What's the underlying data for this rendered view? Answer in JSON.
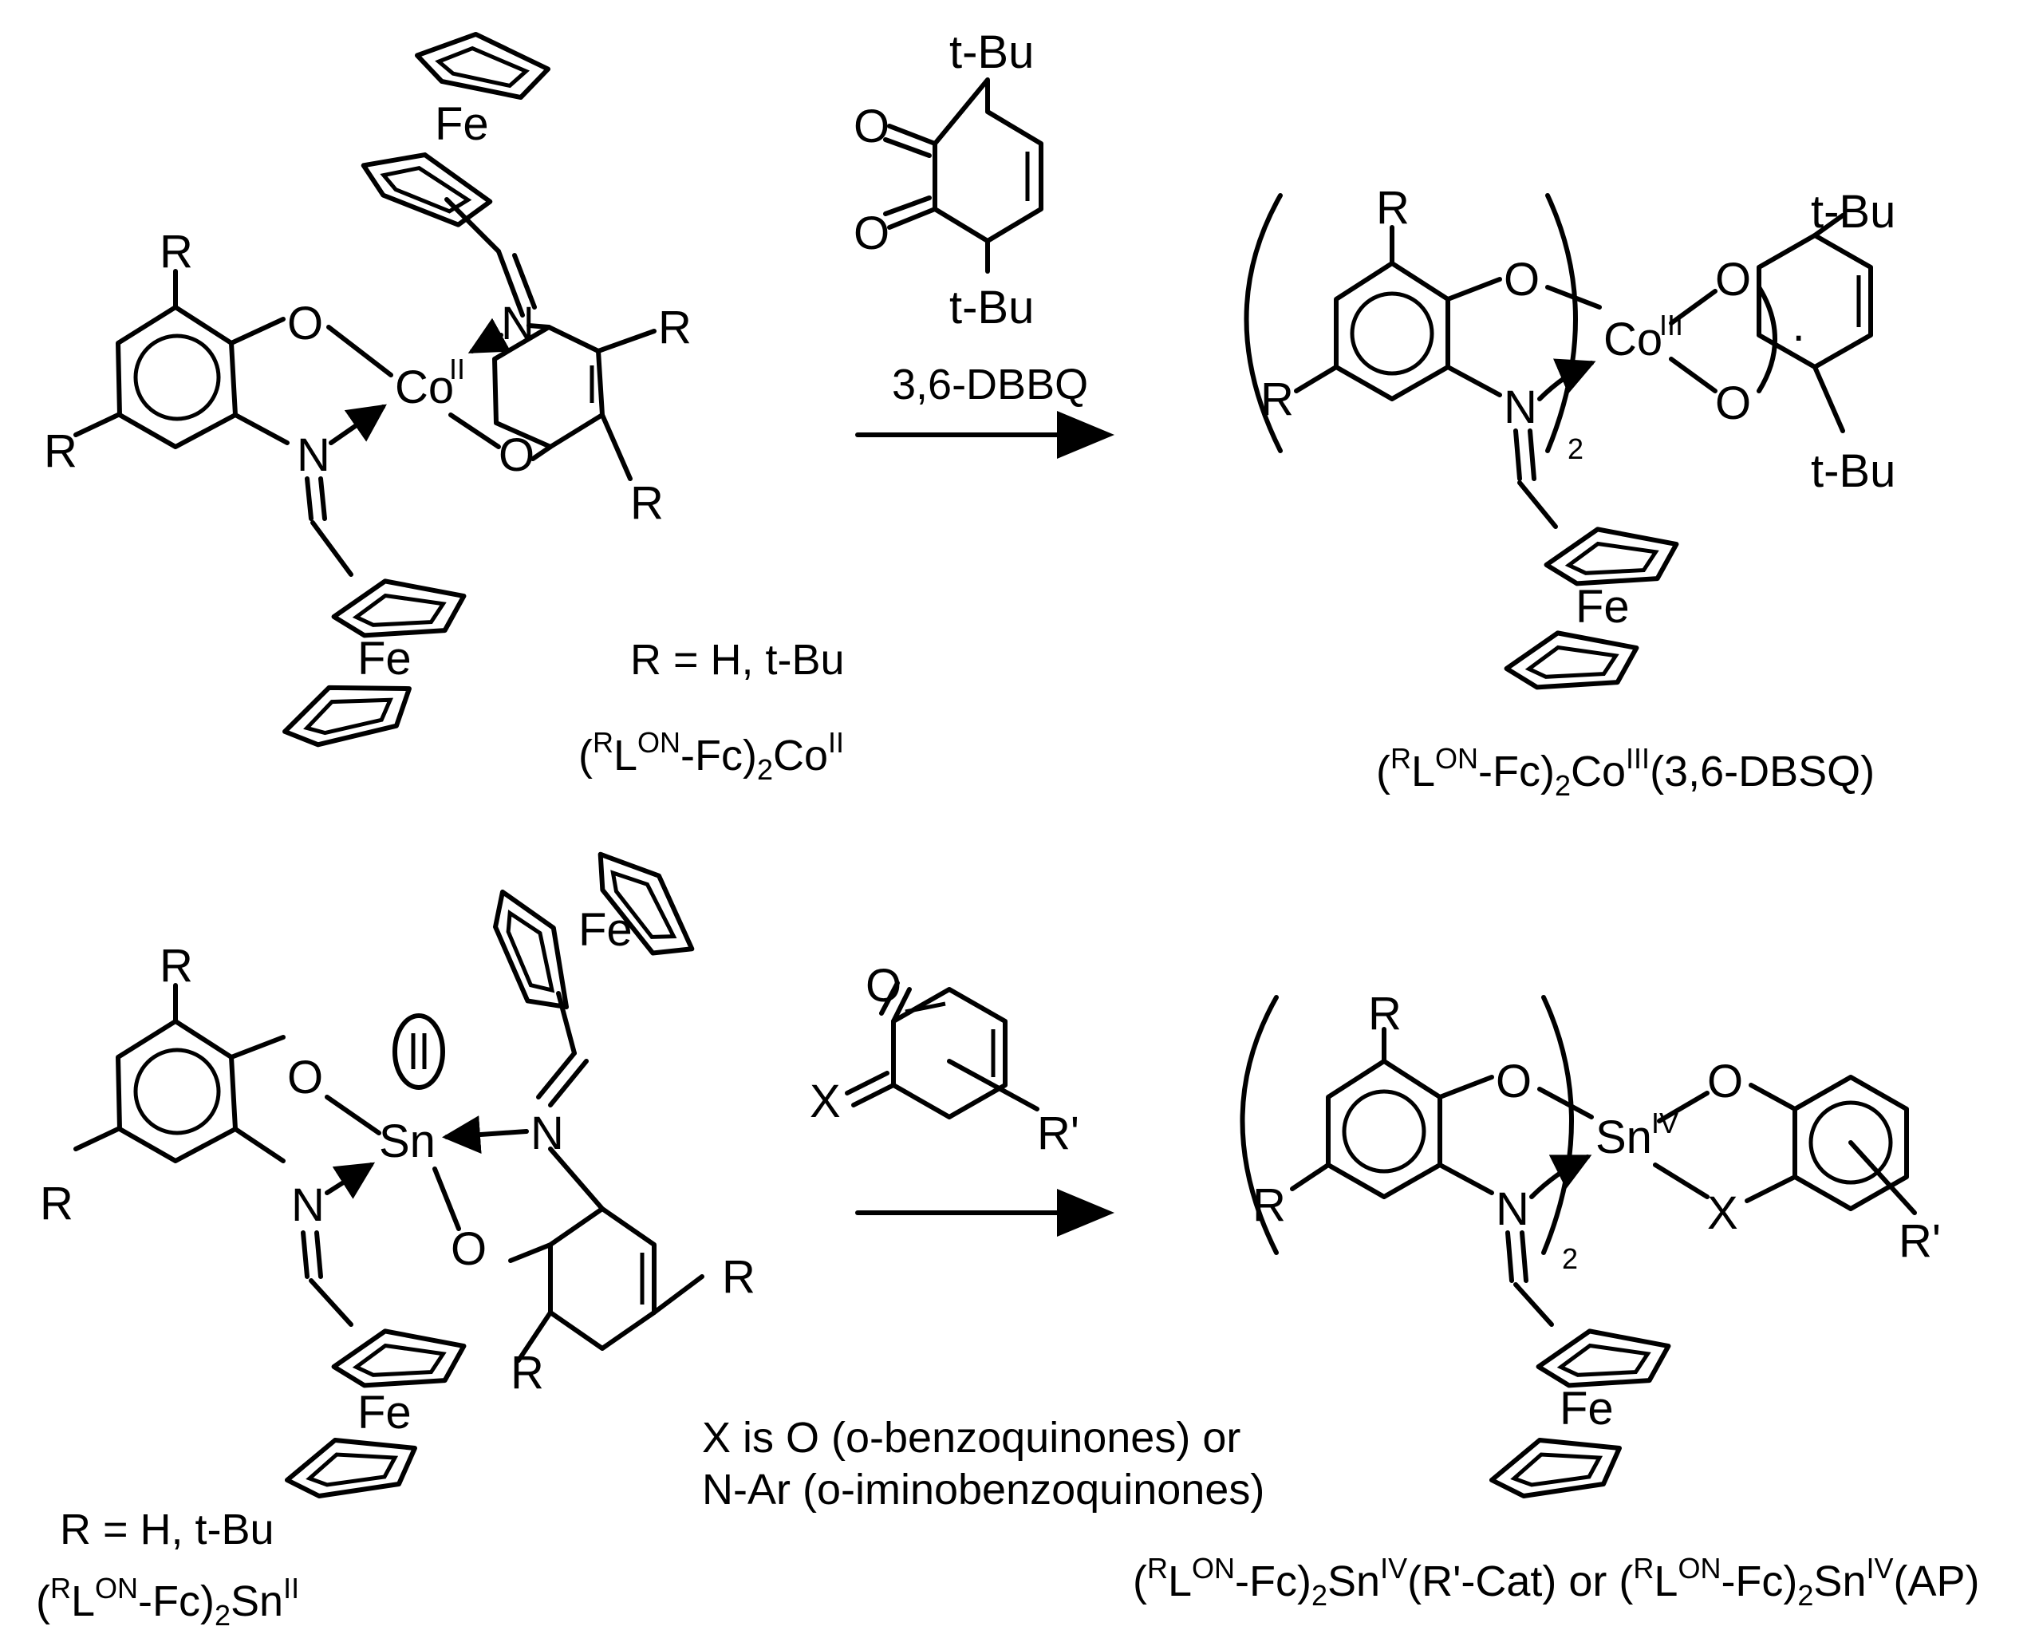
{
  "atoms": {
    "fe": "Fe",
    "co2_metal": "Co",
    "co2_ox": "II",
    "co3_metal": "Co",
    "co3_ox": "III",
    "sn2_metal": "Sn",
    "sn4_metal": "Sn",
    "sn4_ox": "IV",
    "o": "O",
    "n": "N",
    "x": "X",
    "r": "R",
    "rprime": "R'",
    "tbu": "t-Bu",
    "count": "2",
    "radical": "·"
  },
  "reaction1": {
    "reagent_label": "3,6-DBBQ",
    "r_definition": "R = H, t-Bu",
    "reactant_name": {
      "open": "(",
      "sup_r": "R",
      "l": "L",
      "sup_on": "ON",
      "rest": "-Fc)",
      "sub2": "2",
      "metal": "Co",
      "ox": "II"
    },
    "product_name": {
      "open": "(",
      "sup_r": "R",
      "l": "L",
      "sup_on": "ON",
      "rest": "-Fc)",
      "sub2": "2",
      "metal": "Co",
      "ox": "III",
      "tail": "(3,6-DBSQ)"
    }
  },
  "reaction2": {
    "x_note_line1": "X is O (o-benzoquinones) or",
    "x_note_line2": "N-Ar (o-iminobenzoquinones)",
    "r_definition": "R = H, t-Bu",
    "reactant_name": {
      "open": "(",
      "sup_r": "R",
      "l": "L",
      "sup_on": "ON",
      "rest": "-Fc)",
      "sub2": "2",
      "metal": "Sn",
      "ox": "II"
    },
    "product_name": {
      "open": "(",
      "sup_r": "R",
      "l": "L",
      "sup_on": "ON",
      "rest": "-Fc)",
      "sub2": "2",
      "metal": "Sn",
      "ox": "IV",
      "mid": "(R'-Cat) or (",
      "sup_r2": "R",
      "l2": "L",
      "sup_on2": "ON",
      "rest2": "-Fc)",
      "sub2b": "2",
      "metal2": "Sn",
      "ox2": "IV",
      "tail": "(AP)"
    }
  }
}
